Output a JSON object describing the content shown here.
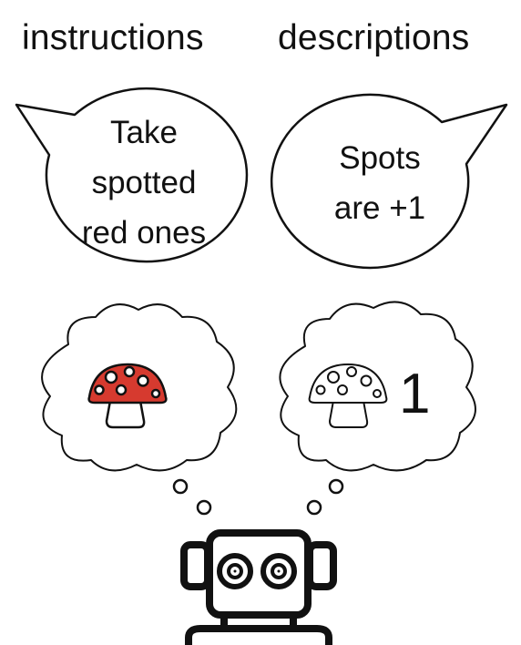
{
  "headings": {
    "left": "instructions",
    "right": "descriptions"
  },
  "speech_bubbles": {
    "left": [
      "Take",
      "spotted",
      "red ones"
    ],
    "right": [
      "Spots",
      "are +1"
    ]
  },
  "thought_bubbles": {
    "left": {
      "icon": "red-spotted-mushroom-icon",
      "cap_color": "#d63a2f"
    },
    "right": {
      "icon": "white-spotted-mushroom-icon",
      "cap_color": "#ffffff",
      "score": "1"
    }
  },
  "robot": {
    "icon": "robot-icon"
  }
}
